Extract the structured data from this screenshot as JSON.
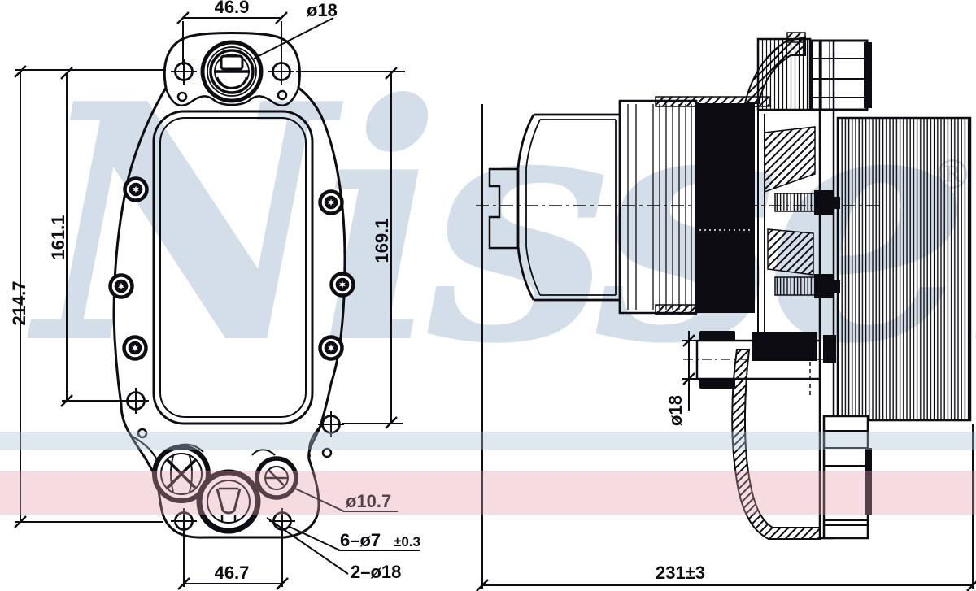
{
  "watermark": {
    "brand": "Nissens",
    "registered": "®",
    "color": "#d4dee8"
  },
  "front_view": {
    "dim_top_width": "46.9",
    "dim_top_port_diameter": "ø18",
    "dim_overall_height": "214.7",
    "dim_left_height": "161.1",
    "dim_right_height": "169.1",
    "dim_bottom_width": "46.7",
    "dim_small_port_diameter": "ø10.7",
    "dim_bolt_holes": "6–ø7",
    "dim_bolt_holes_tolerance": "±0.3",
    "dim_large_ports": "2–ø18"
  },
  "side_view": {
    "dim_overall_length": "231±3",
    "dim_hose_barb_diameter": "ø18"
  },
  "colors": {
    "line": "#0c0c12",
    "band_blue": "rgba(170,192,214,0.38)",
    "band_pink": "rgba(224,158,173,0.36)"
  }
}
